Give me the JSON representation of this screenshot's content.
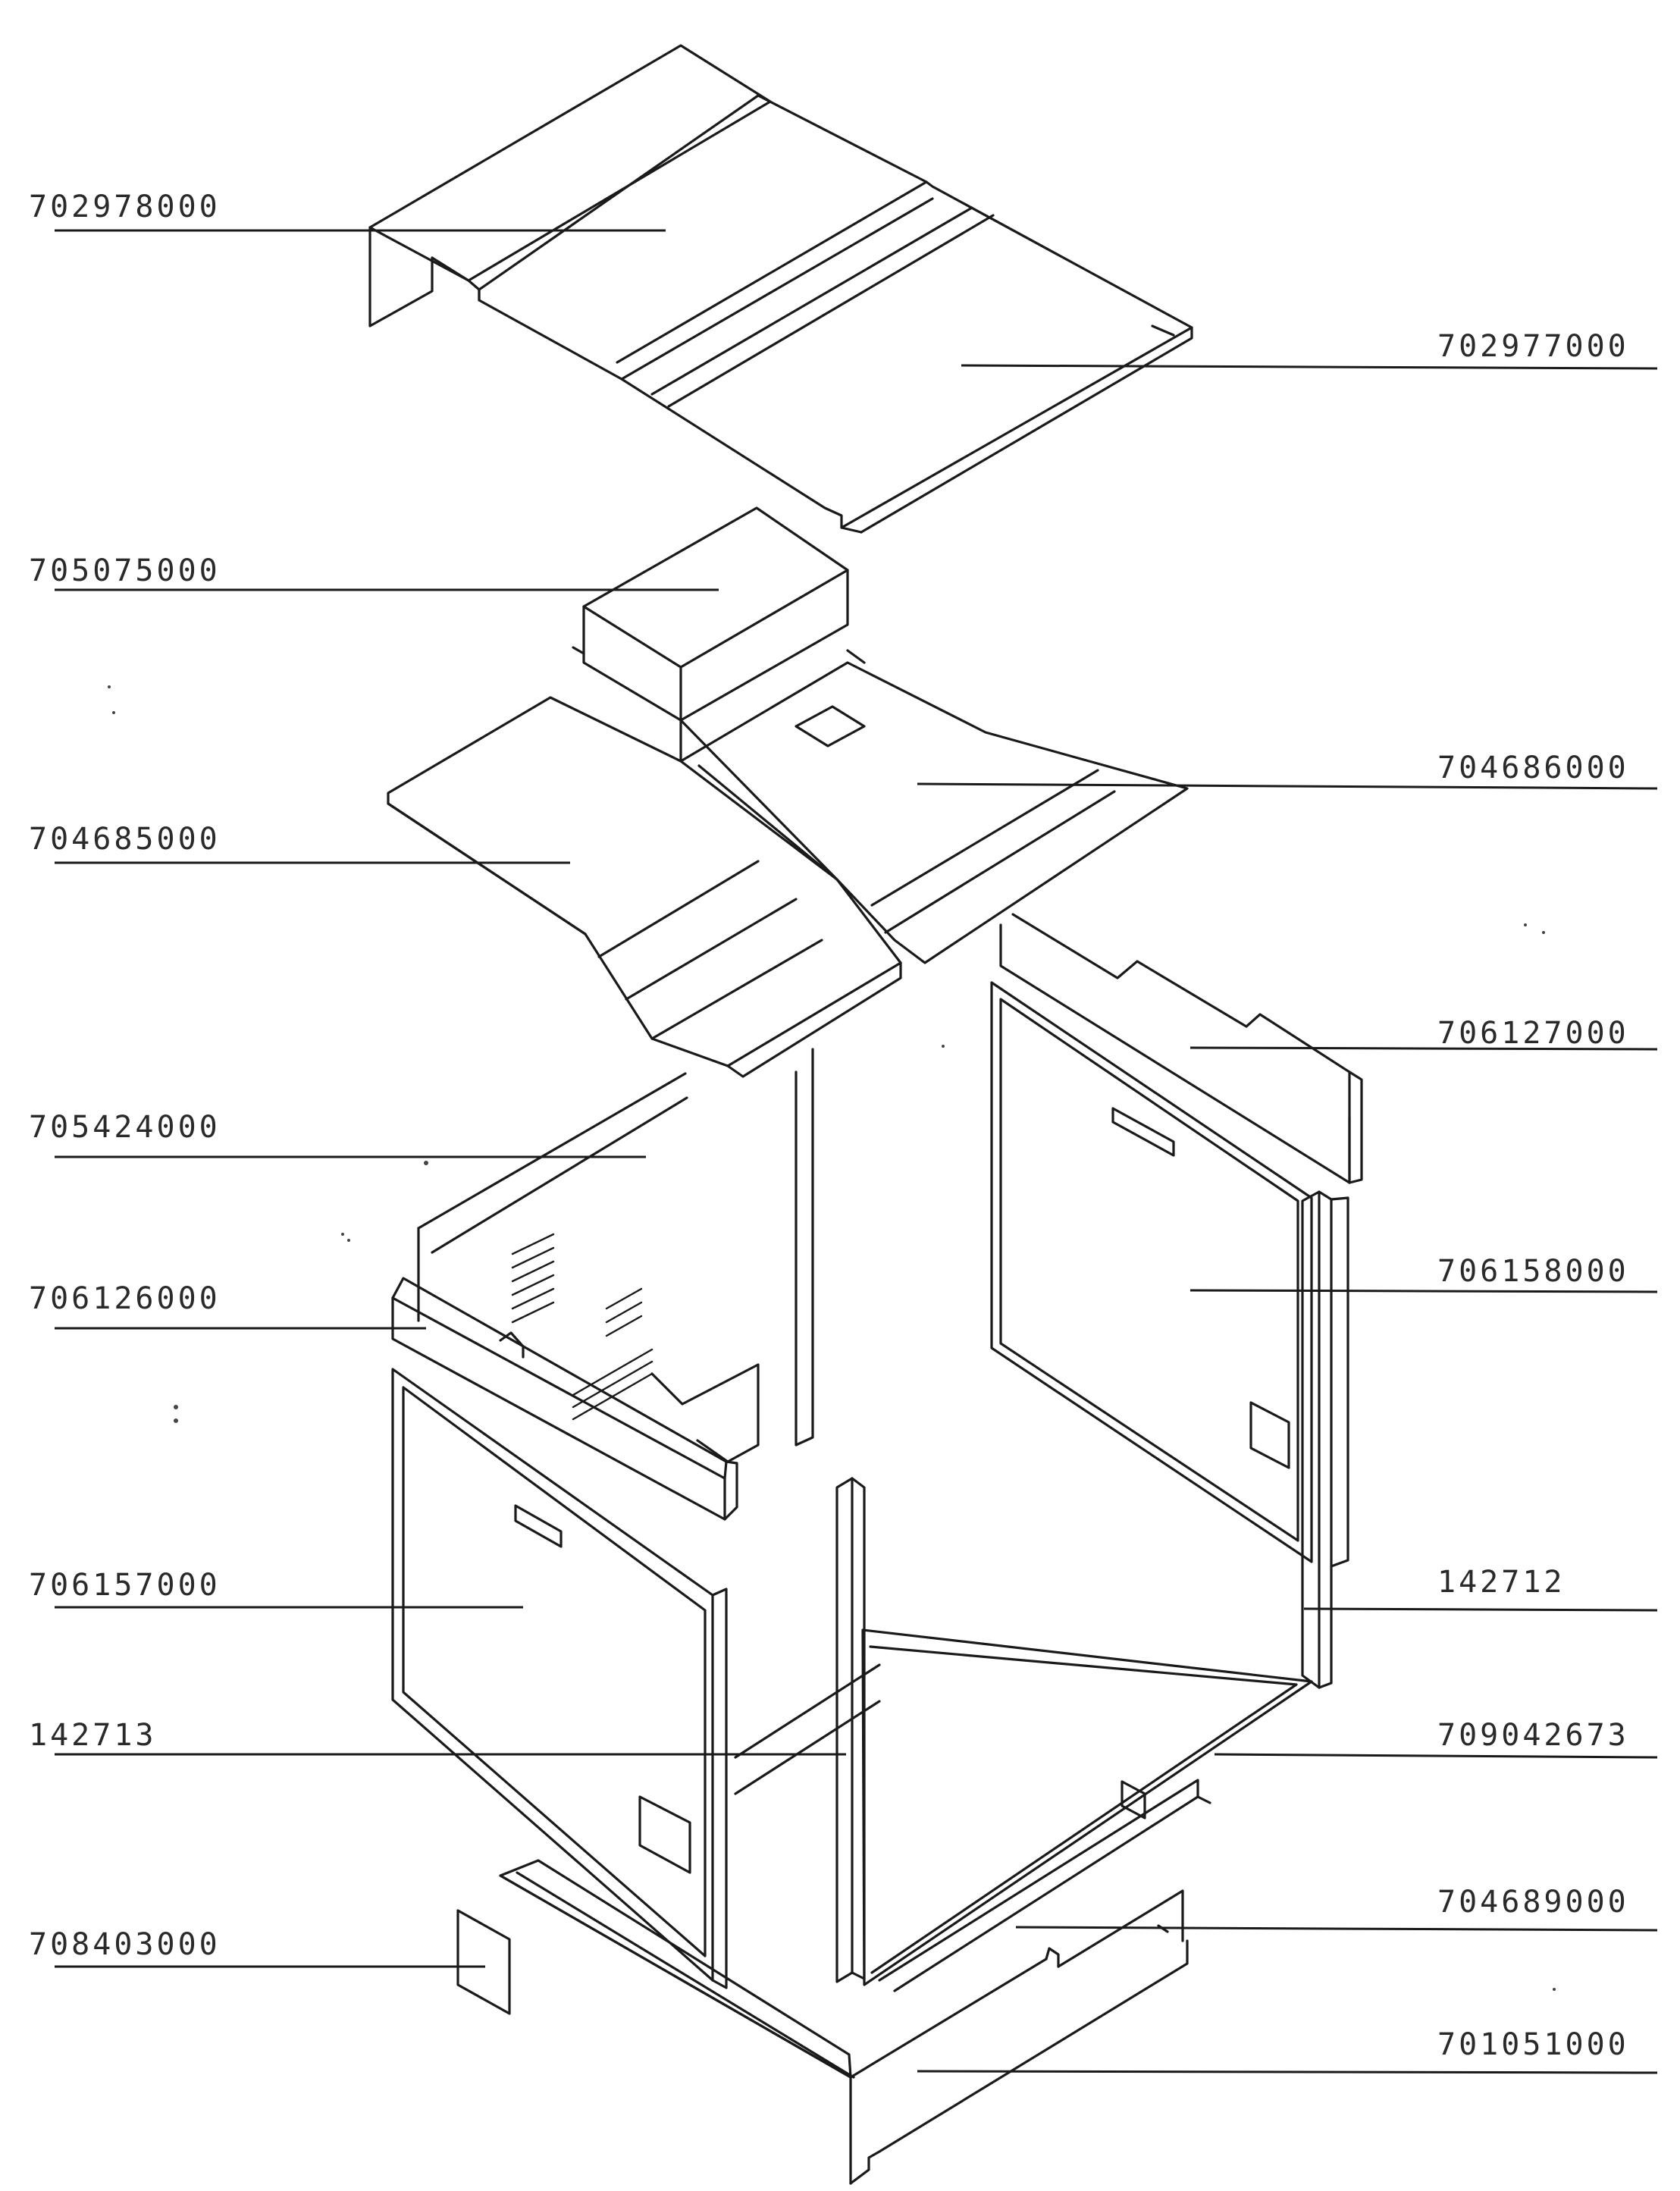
{
  "labels": {
    "p702978000": "702978000",
    "p702977000": "702977000",
    "p705075000": "705075000",
    "p704686000": "704686000",
    "p704685000": "704685000",
    "p706127000": "706127000",
    "p705424000": "705424000",
    "p706158000": "706158000",
    "p706126000": "706126000",
    "p706157000": "706157000",
    "p142712": "142712",
    "p142713": "142713",
    "p709042673": "709042673",
    "p704689000": "704689000",
    "p708403000": "708403000",
    "p701051000": "701051000"
  }
}
